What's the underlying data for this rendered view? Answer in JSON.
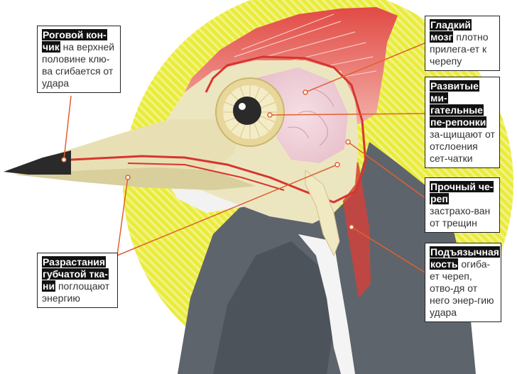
{
  "callouts": [
    {
      "id": "horn-tip",
      "bold": "Роговой кон-чик",
      "text": " на верхней половине клю-ва сгибается от удара"
    },
    {
      "id": "brain",
      "bold": "Гладкий мозг",
      "text": " плотно прилега-ет к черепу"
    },
    {
      "id": "membranes",
      "bold": "Развитые ми-гательные пе-репонки",
      "text": " за-щищают от отслоения сет-чатки"
    },
    {
      "id": "skull",
      "bold": "Прочный че-реп",
      "text": " застрахо-ван от трещин"
    },
    {
      "id": "spongy",
      "bold": "Разрастания губчатой тка-ни",
      "text": " поглощают энергию"
    },
    {
      "id": "hyoid",
      "bold": "Подъязычная кость",
      "text": " огиба-ет череп, отво-дя от него энер-гию удара"
    }
  ],
  "colors": {
    "halo": "#e9ec3a",
    "halo_stripe": "#f5f5a0",
    "crest": "#e2504a",
    "beak": "#e5ddb0",
    "neck_dark": "#5e646c",
    "skull_line": "#d8342e",
    "leader": "#e06030"
  }
}
